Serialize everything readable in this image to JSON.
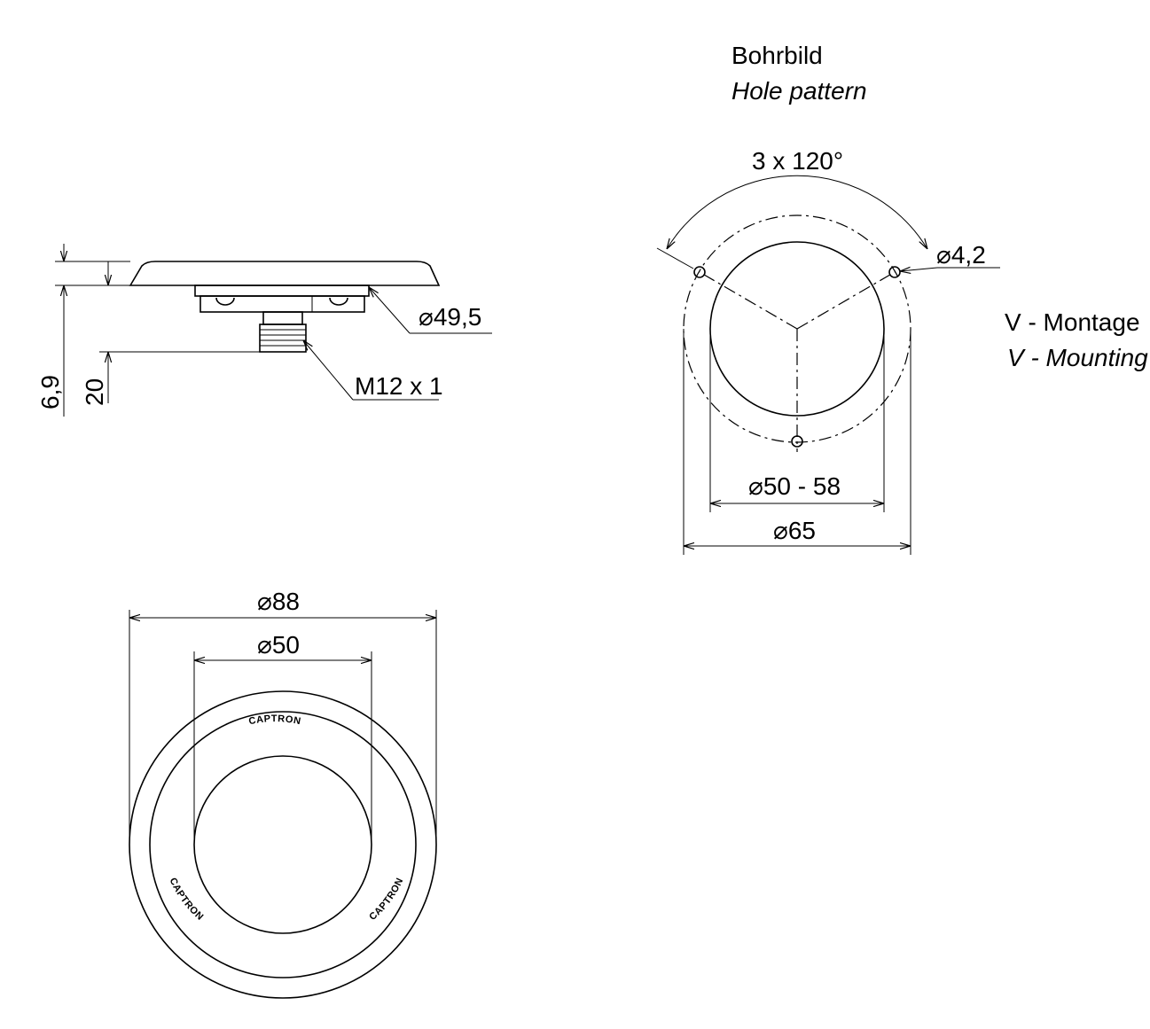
{
  "hole_pattern": {
    "title_de": "Bohrbild",
    "title_en": "Hole pattern",
    "angle": "3 x 120°",
    "hole_dia": "4,2",
    "bore_range": "50 - 58",
    "bolt_circle": "65"
  },
  "mounting": {
    "label_de": "V - Montage",
    "label_en": "V - Mounting"
  },
  "side_view": {
    "dim_height_small": "6,9",
    "dim_height_total": "20",
    "dia_base": "49,5",
    "thread": "M12 x 1"
  },
  "front_view": {
    "dia_outer": "88",
    "dia_inner": "50",
    "logo_text": "CAPTRON"
  },
  "symbols": {
    "diameter": "⌀"
  }
}
